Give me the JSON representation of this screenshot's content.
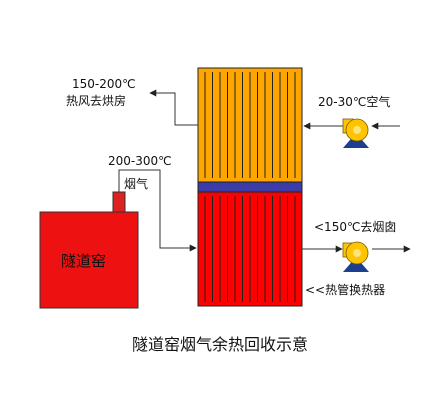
{
  "labels": {
    "hot_air_temp": "150-200℃",
    "hot_air_dest": "热风去烘房",
    "fresh_air": "20-30℃空气",
    "flue_temp": "200-300℃",
    "flue_gas": "烟气",
    "to_chimney": "<150℃去烟囱",
    "heat_exchanger": "<<热管换热器",
    "kiln": "隧道窑"
  },
  "caption": "隧道窑烟气余热回收示意",
  "colors": {
    "upper_section": "#FFA500",
    "separator": "#3C3CA8",
    "lower_section": "#FF0000",
    "kiln": "#EE1111",
    "chimney": "#DD2222",
    "pump_body": "#FFC400",
    "pump_base": "#1D3F8F",
    "line": "#333333"
  },
  "icons": {
    "fan_in": "fan-pump-icon",
    "fan_out": "fan-pump-icon"
  }
}
